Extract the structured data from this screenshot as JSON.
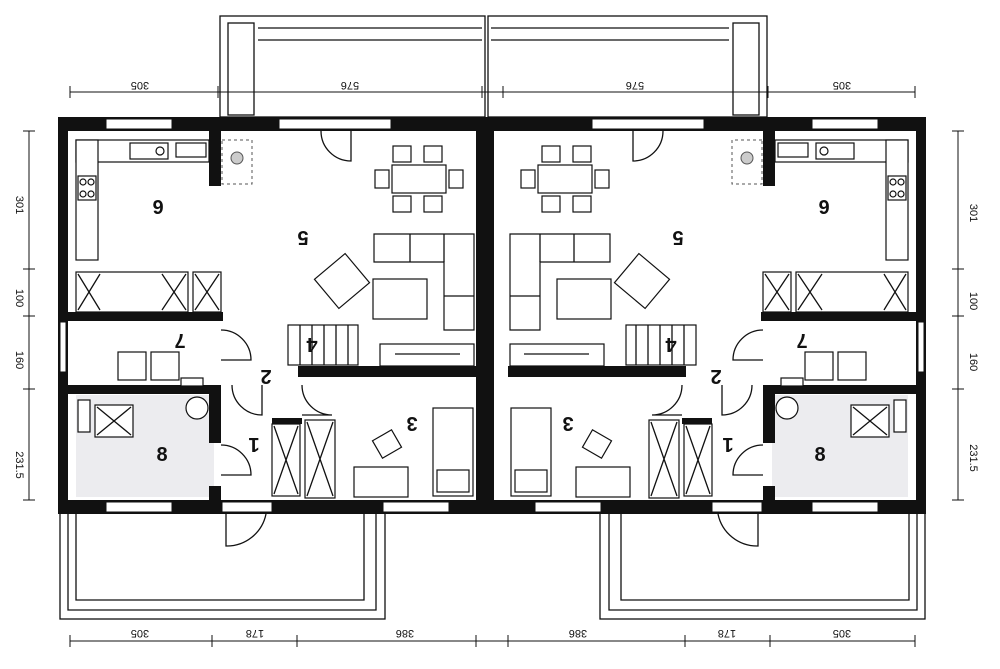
{
  "dimensions": {
    "top": [
      "305",
      "576",
      "576",
      "305"
    ],
    "bottom": [
      "305",
      "178",
      "386",
      "386",
      "178",
      "305"
    ],
    "left": [
      "301",
      "100",
      "160",
      "231.5"
    ],
    "right": [
      "301",
      "100",
      "160",
      "231.5"
    ]
  },
  "rooms": {
    "left": [
      "1",
      "2",
      "3",
      "4",
      "5",
      "6",
      "7",
      "8"
    ],
    "right": [
      "1",
      "2",
      "3",
      "4",
      "5",
      "6",
      "7",
      "8"
    ]
  },
  "colors": {
    "wall": "#111111",
    "bathroom_fill": "#ececef"
  }
}
